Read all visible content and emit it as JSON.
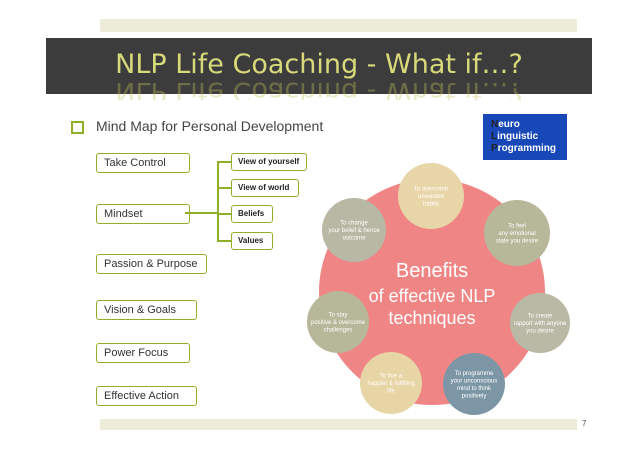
{
  "slide": {
    "title": "NLP Life Coaching - What if…?",
    "subtitle": "Mind Map for Personal Development",
    "page_number": "7"
  },
  "logo": {
    "line1_initial": "N",
    "line1_rest": "euro",
    "line2_initial": "L",
    "line2_rest": "inguistic",
    "line3_initial": "P",
    "line3_rest": "rogramming"
  },
  "mindmap": {
    "main_items": [
      "Take Control",
      "Mindset",
      "Passion & Purpose",
      "Vision & Goals",
      "Power Focus",
      "Effective Action"
    ],
    "mindset_branches": [
      "View of yourself",
      "View of world",
      "Beliefs",
      "Values"
    ]
  },
  "benefits": {
    "center_title": [
      "Benefits",
      "of effective NLP",
      "techniques"
    ],
    "circles": [
      {
        "lines": [
          "To overcome",
          "unwanted",
          "habits"
        ],
        "color": "#e9d6a8"
      },
      {
        "lines": [
          "To feel",
          "any emotional",
          "state you desire"
        ],
        "color": "#b7b79a"
      },
      {
        "lines": [
          "To create",
          "rapport with anyone",
          "you desire"
        ],
        "color": "#b9b9a6"
      },
      {
        "lines": [
          "To programme",
          "your unconscious",
          "mind to think",
          "positively"
        ],
        "color": "#7d96a5"
      },
      {
        "lines": [
          "To live a",
          "happier & fulfilling",
          "life"
        ],
        "color": "#e8d5a6"
      },
      {
        "lines": [
          "To stay",
          "positive & overcome",
          "challenges"
        ],
        "color": "#b7b79a"
      },
      {
        "lines": [
          "To change",
          "your belief & hence",
          "outcome"
        ],
        "color": "#b8b8a4"
      }
    ],
    "big_circle_color": "#f08585"
  }
}
